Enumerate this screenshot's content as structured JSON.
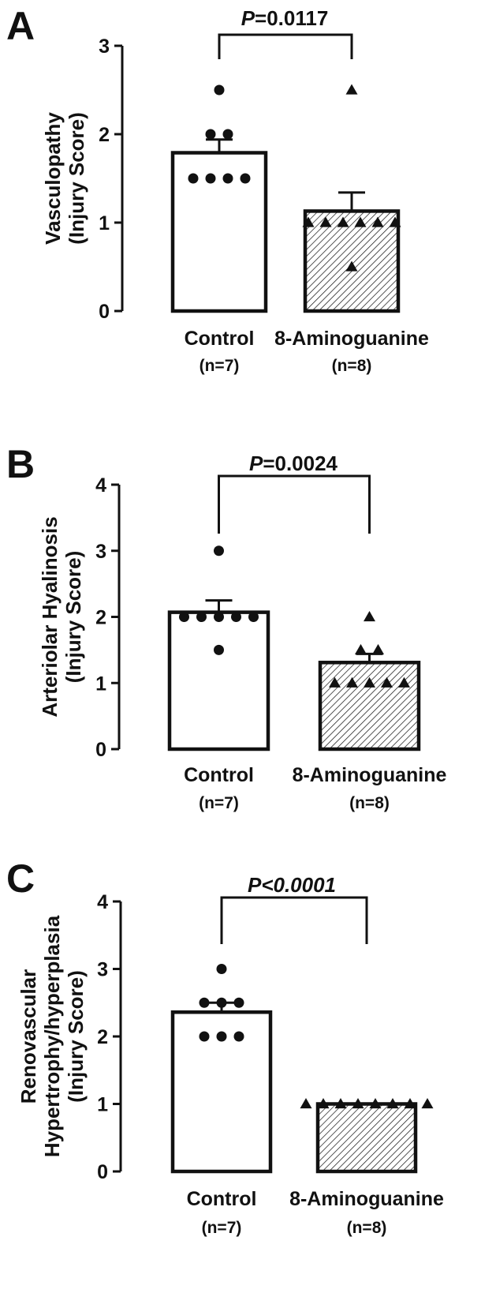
{
  "figure": {
    "panels": [
      {
        "letter": "A",
        "pvalue_prefix": "P",
        "pvalue_rest": "=0.0117",
        "ylabel_lines": [
          "Vasculopathy",
          "(Injury Score)"
        ]
      },
      {
        "letter": "B",
        "pvalue_prefix": "P",
        "pvalue_rest": "=0.0024",
        "ylabel_lines": [
          "Arteriolar Hyalinosis",
          "(Injury Score)"
        ]
      },
      {
        "letter": "C",
        "pvalue_prefix": "P",
        "pvalue_rest": "<0.0001",
        "ylabel_lines": [
          "Renovascular",
          "Hypertrophy/hyperplasia",
          "(Injury Score)"
        ]
      }
    ]
  },
  "colors": {
    "axis": "#111111",
    "bar_fill_control": "#ffffff",
    "hatch": "#111111"
  },
  "chart_data": [
    {
      "type": "bar",
      "categories": [
        "Control",
        "8-Aminoguanine"
      ],
      "category_sublabels": [
        "(n=7)",
        "(n=8)"
      ],
      "values": [
        1.79,
        1.13
      ],
      "sem": [
        0.15,
        0.21
      ],
      "points": [
        [
          2.5,
          2.0,
          2.0,
          1.5,
          1.5,
          1.5,
          1.5
        ],
        [
          2.5,
          1.0,
          1.0,
          1.0,
          1.0,
          1.0,
          1.0,
          0.5
        ]
      ],
      "markers": [
        "circle",
        "triangle"
      ],
      "ylim": [
        0,
        3
      ],
      "yticks": [
        0,
        1,
        2,
        3
      ],
      "ylabel": "Vasculopathy (Injury Score)",
      "significance": "P=0.0117",
      "grid": false
    },
    {
      "type": "bar",
      "categories": [
        "Control",
        "8-Aminoguanine"
      ],
      "category_sublabels": [
        "(n=7)",
        "(n=8)"
      ],
      "values": [
        2.07,
        1.31
      ],
      "sem": [
        0.18,
        0.13
      ],
      "points": [
        [
          3.0,
          2.0,
          2.0,
          2.0,
          2.0,
          2.0,
          1.5
        ],
        [
          2.0,
          1.5,
          1.5,
          1.0,
          1.0,
          1.0,
          1.0,
          1.0
        ]
      ],
      "markers": [
        "circle",
        "triangle"
      ],
      "ylim": [
        0,
        4
      ],
      "yticks": [
        0,
        1,
        2,
        3,
        4
      ],
      "ylabel": "Arteriolar Hyalinosis (Injury Score)",
      "significance": "P=0.0024",
      "grid": false
    },
    {
      "type": "bar",
      "categories": [
        "Control",
        "8-Aminoguanine"
      ],
      "category_sublabels": [
        "(n=7)",
        "(n=8)"
      ],
      "values": [
        2.36,
        1.0
      ],
      "sem": [
        0.14,
        0.0
      ],
      "points": [
        [
          3.0,
          2.5,
          2.5,
          2.5,
          2.0,
          2.0,
          2.0
        ],
        [
          1.0,
          1.0,
          1.0,
          1.0,
          1.0,
          1.0,
          1.0,
          1.0
        ]
      ],
      "markers": [
        "circle",
        "triangle"
      ],
      "ylim": [
        0,
        4
      ],
      "yticks": [
        0,
        1,
        2,
        3,
        4
      ],
      "ylabel": "Renovascular Hypertrophy/hyperplasia (Injury Score)",
      "significance": "P<0.0001",
      "grid": false
    }
  ]
}
